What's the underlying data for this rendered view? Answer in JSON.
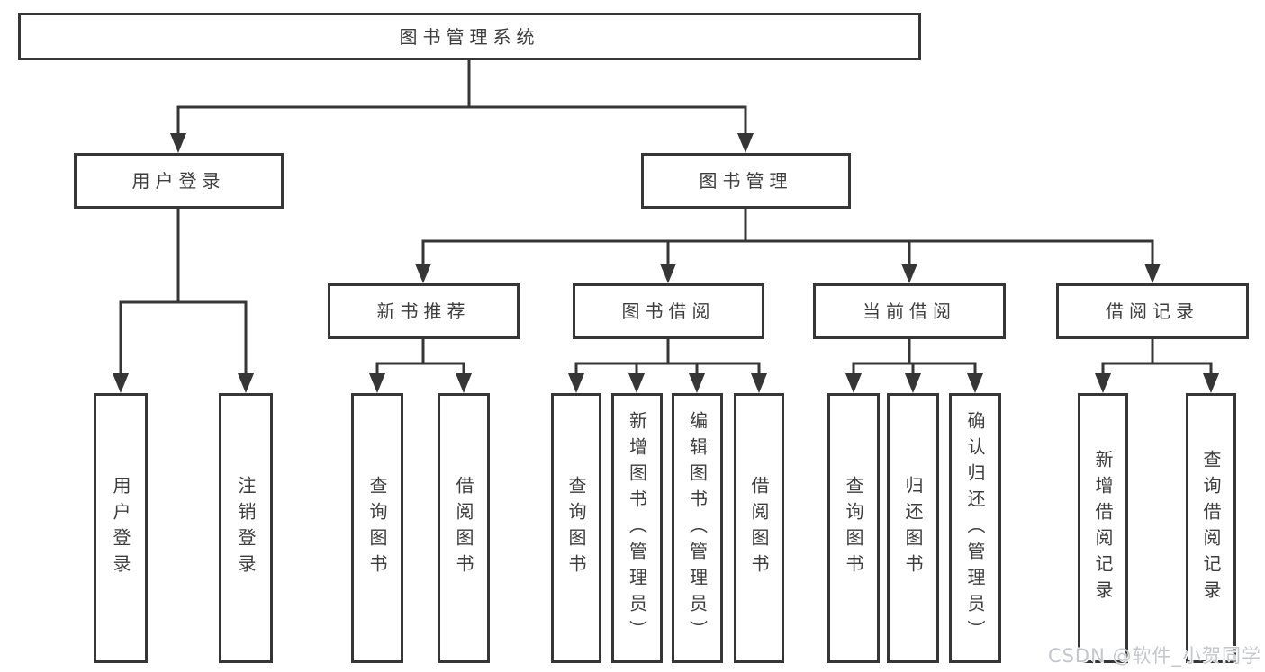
{
  "tree": {
    "root": "图书管理系统",
    "branches": [
      {
        "label": "用户登录",
        "leaves": [
          "用户登录",
          "注销登录"
        ]
      },
      {
        "label": "图书管理",
        "subbranches": [
          {
            "label": "新书推荐",
            "leaves": [
              "查询图书",
              "借阅图书"
            ]
          },
          {
            "label": "图书借阅",
            "leaves": [
              "查询图书",
              "新增图书（管理员）",
              "编辑图书（管理员）",
              "借阅图书"
            ]
          },
          {
            "label": "当前借阅",
            "leaves": [
              "查询图书",
              "归还图书",
              "确认归还（管理员）"
            ]
          },
          {
            "label": "借阅记录",
            "leaves": [
              "新增借阅记录",
              "查询借阅记录"
            ]
          }
        ]
      }
    ]
  },
  "watermark": "CSDN @软件_小贺同学"
}
